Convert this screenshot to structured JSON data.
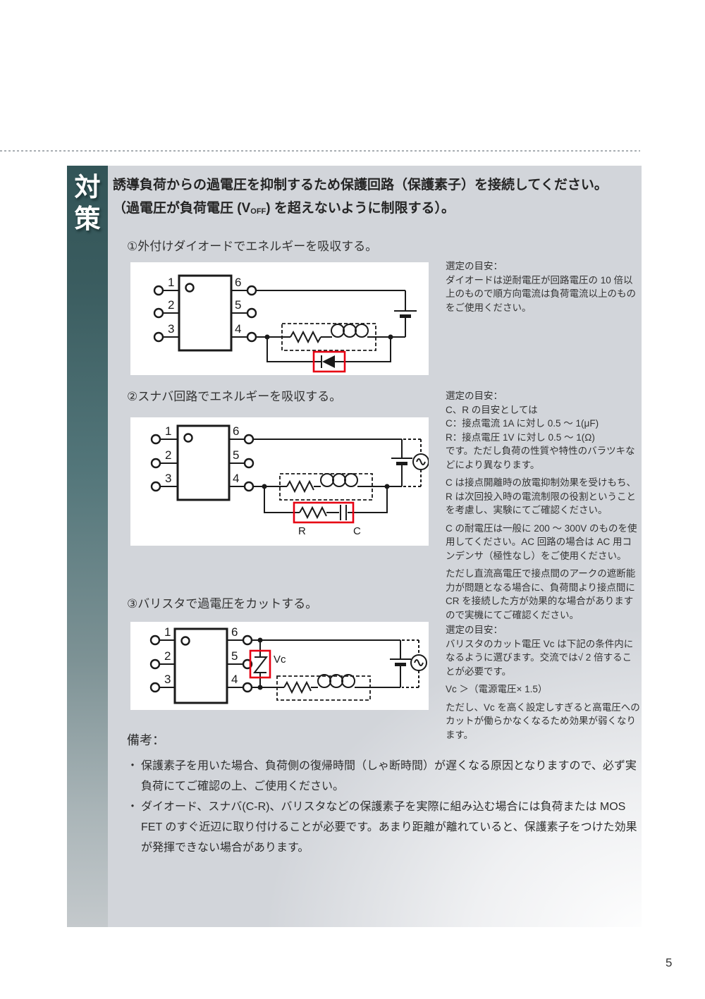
{
  "page": {
    "number": "5"
  },
  "header": {
    "sidebar_label": "対策",
    "title_line1": "誘導負荷からの過電圧を抑制するため保護回路（保護素子）を接続してください。",
    "title_line2_pre": "（過電圧が負荷電圧 (V",
    "title_line2_sub": "OFF",
    "title_line2_post": ") を超えないように制限する）。"
  },
  "sections": [
    {
      "heading": "①外付けダイオードでエネルギーを吸収する。",
      "notes": [
        "選定の目安：",
        "ダイオードは逆耐電圧が回路電圧の 10 倍以上のもので順方向電流は負荷電流以上のものをご使用ください。"
      ]
    },
    {
      "heading": "②スナバ回路でエネルギーを吸収する。",
      "notes": [
        "選定の目安：",
        "C、R の目安としては",
        "C：接点電流 1A に対し 0.5 ～ 1(μF)",
        "R：接点電圧 1V に対し 0.5 ～ 1(Ω)",
        "です。ただし負荷の性質や特性のバラツキなどにより異なります。",
        "C は接点開離時の放電抑制効果を受けもち、R は次回投入時の電流制限の役割ということを考慮し、実験にてご確認ください。",
        "C の耐電圧は一般に 200 ～ 300V のものを使用してください。AC 回路の場合は AC 用コンデンサ（極性なし）をご使用ください。",
        "ただし直流高電圧で接点間のアークの遮断能力が問題となる場合に、負荷間より接点間に CR を接続した方が効果的な場合がありますので実機にてご確認ください。"
      ]
    },
    {
      "heading": "③バリスタで過電圧をカットする。",
      "notes": [
        "選定の目安：",
        "バリスタのカット電圧 Vc は下記の条件内になるように選びます。交流では√ 2 倍することが必要です。",
        "Vc ＞（電源電圧× 1.5）",
        "ただし、Vc を高く設定しすぎると高電圧へのカットが働らかなくなるため効果が弱くなります。"
      ]
    }
  ],
  "diagram_labels": {
    "pin1": "1",
    "pin2": "2",
    "pin3": "3",
    "pin6": "6",
    "pin5": "5",
    "pin4": "4",
    "r": "R",
    "c": "C",
    "vc": "Vc"
  },
  "remarks": {
    "heading": "備考：",
    "bullet": "・",
    "items": [
      "保護素子を用いた場合、負荷側の復帰時間（しゃ断時間）が遅くなる原因となりますので、必ず実負荷にてご確認の上、ご使用ください。",
      "ダイオード、スナバ(C-R)、バリスタなどの保護素子を実際に組み込む場合には負荷または MOS FET のすぐ近辺に取り付けることが必要です。あまり距離が離れていると、保護素子をつけた効果が発揮できない場合があります。"
    ]
  },
  "colors": {
    "accent_red": "#e60012",
    "sidebar_teal": "#325457",
    "panel_gray": "#d2d5da"
  }
}
